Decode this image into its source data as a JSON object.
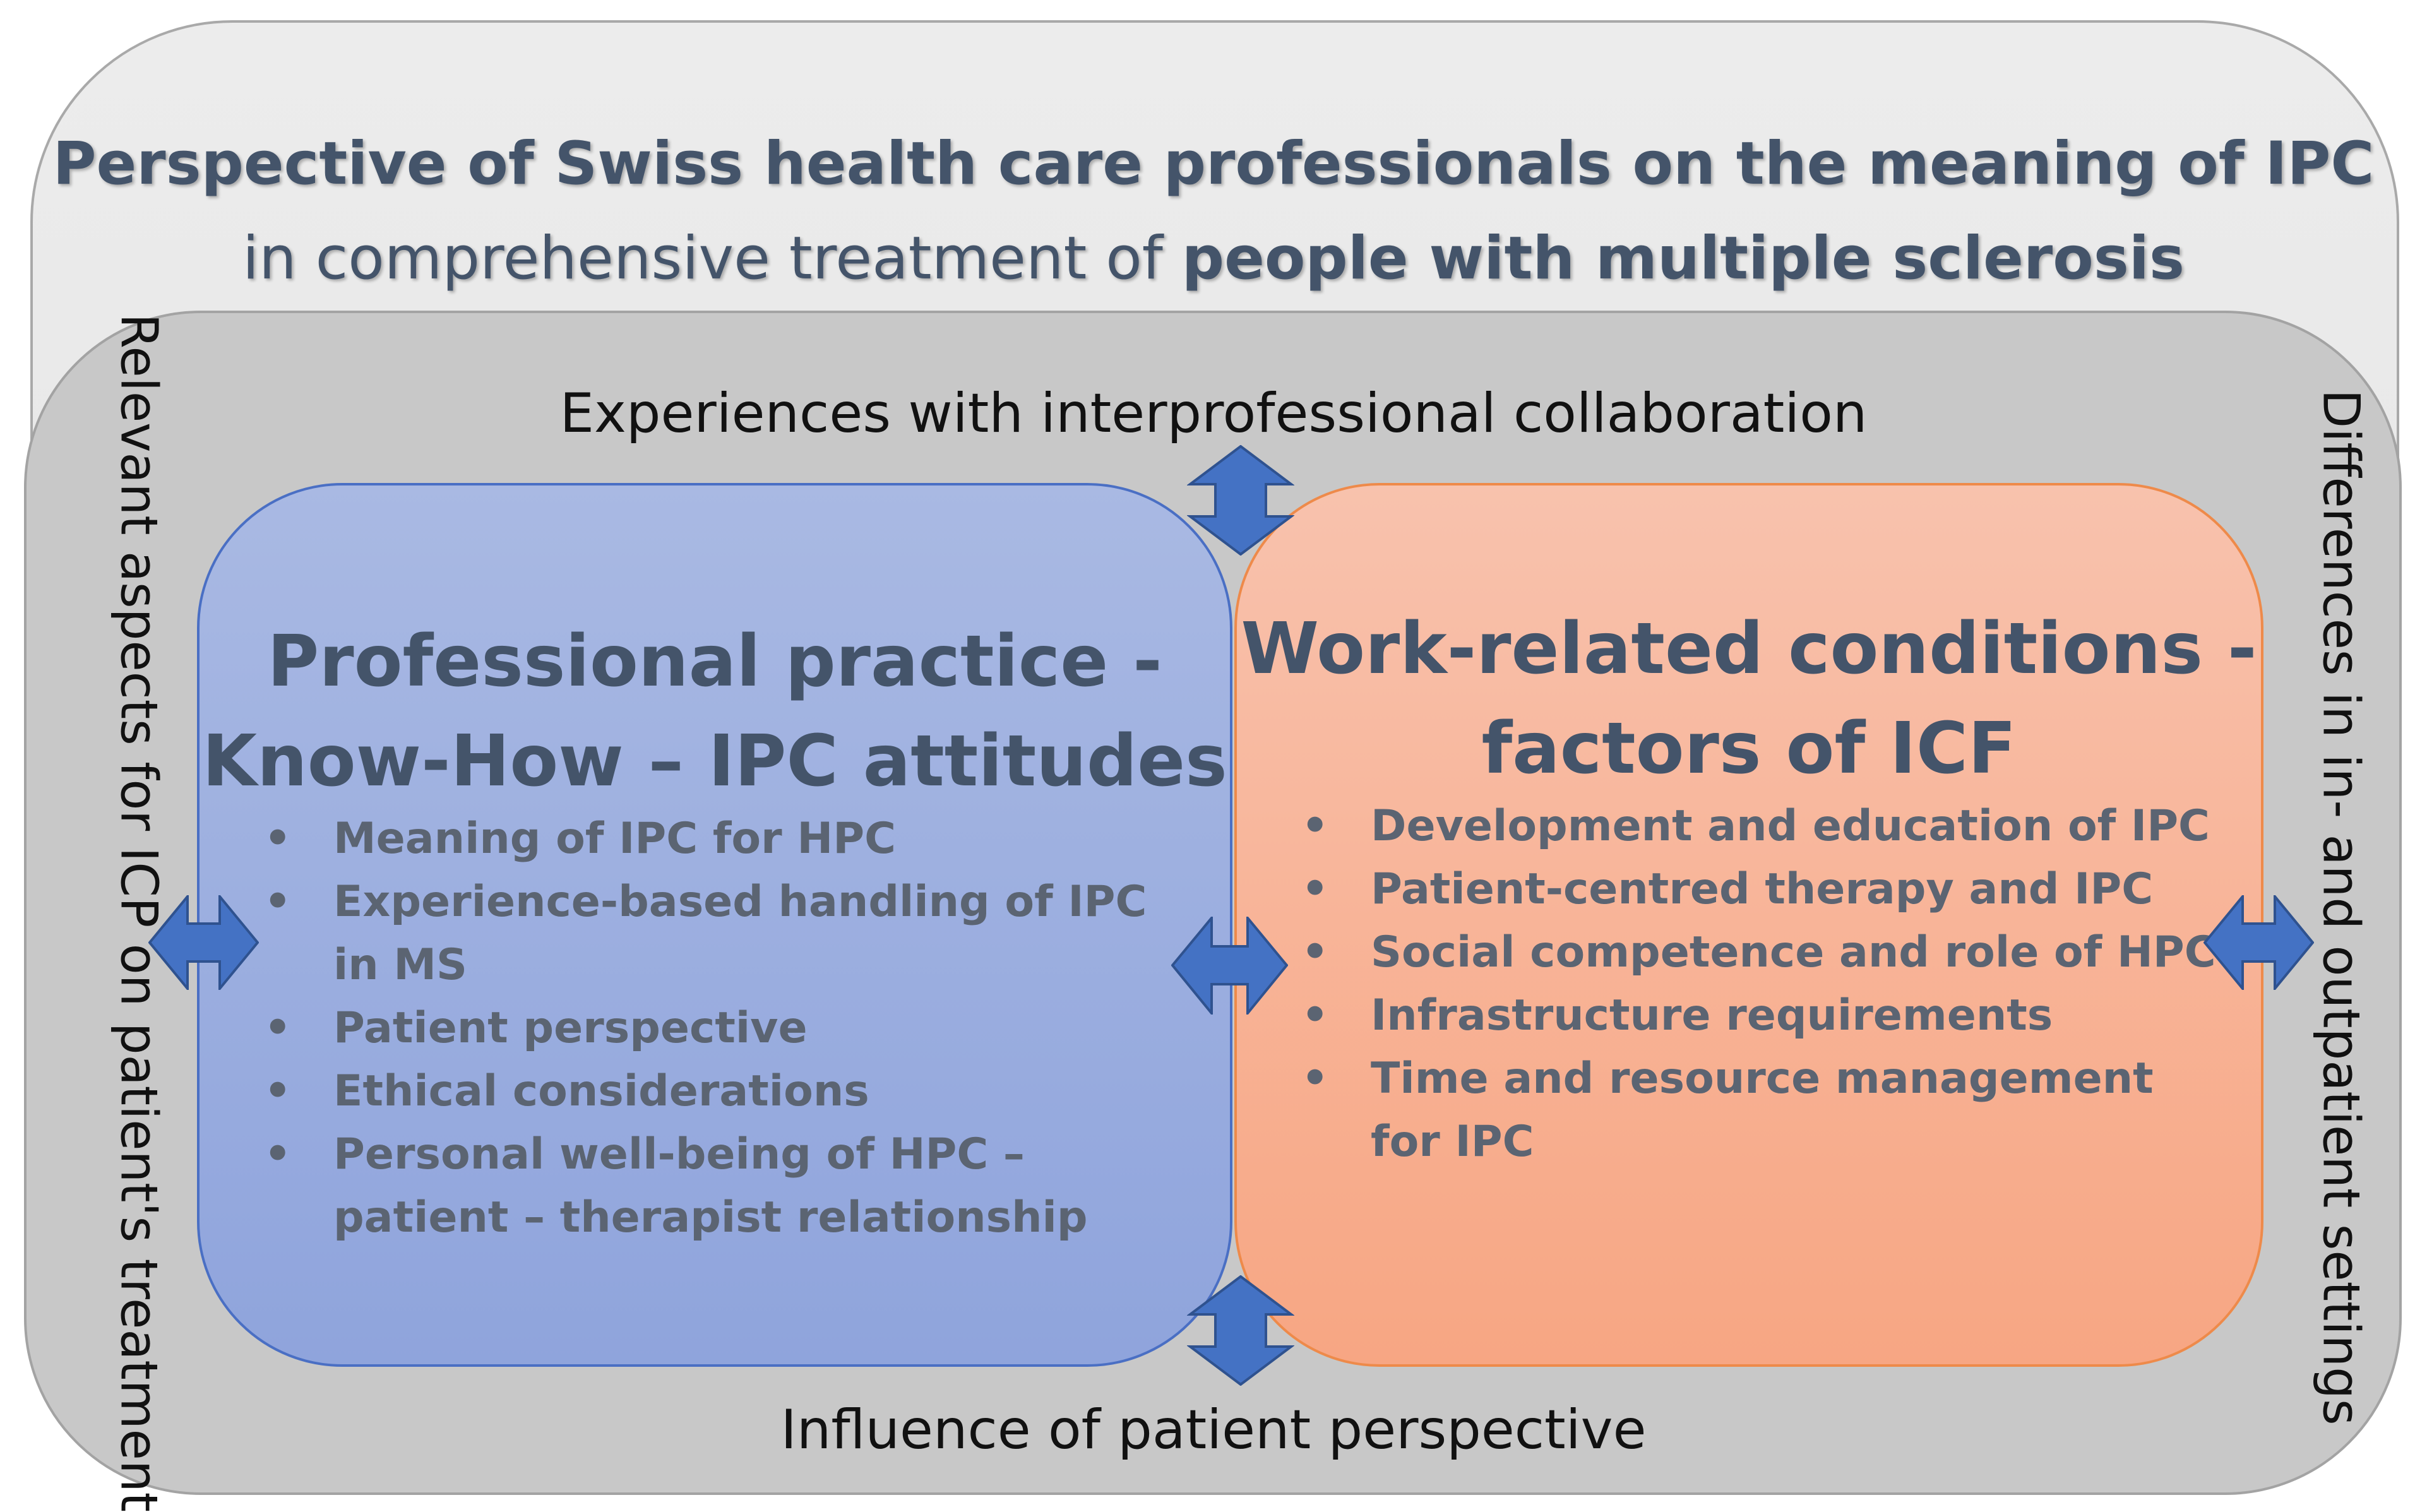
{
  "diagram": {
    "title": {
      "line1": "Perspective of Swiss health care professionals on the meaning of IPC",
      "line2_prefix": "in comprehensive treatment of ",
      "line2_bold": "people with multiple sclerosis"
    },
    "labels": {
      "top": "Experiences with interprofessional collaboration",
      "bottom": "Influence of patient perspective",
      "left": "Relevant aspects for ICP on patient's treatment",
      "right": "Differences in in- and outpatient settings"
    },
    "left_box": {
      "title_line1": "Professional practice -",
      "title_line2": "Know-How – IPC attitudes",
      "items": [
        "Meaning of IPC for HPC",
        "Experience-based handling of IPC in MS",
        "Patient perspective",
        "Ethical considerations",
        "Personal well-being of HPC – patient – therapist relationship"
      ]
    },
    "right_box": {
      "title_line1": "Work-related conditions -",
      "title_line2": "factors of ICF",
      "items": [
        "Development and education of IPC",
        "Patient-centred therapy and IPC",
        "Social competence and role of HPC",
        "Infrastructure requirements",
        "Time and resource management for IPC"
      ]
    },
    "colors": {
      "title_text": "#44546a",
      "left_box_fill": "#8fa4dc",
      "left_box_border": "#4a6fc4",
      "right_box_fill": "#f7a683",
      "right_box_border": "#ee8a4a",
      "arrow_fill": "#4472c4",
      "outer_frame": "#e6e6e6",
      "inner_frame": "#c8c8c8"
    }
  }
}
